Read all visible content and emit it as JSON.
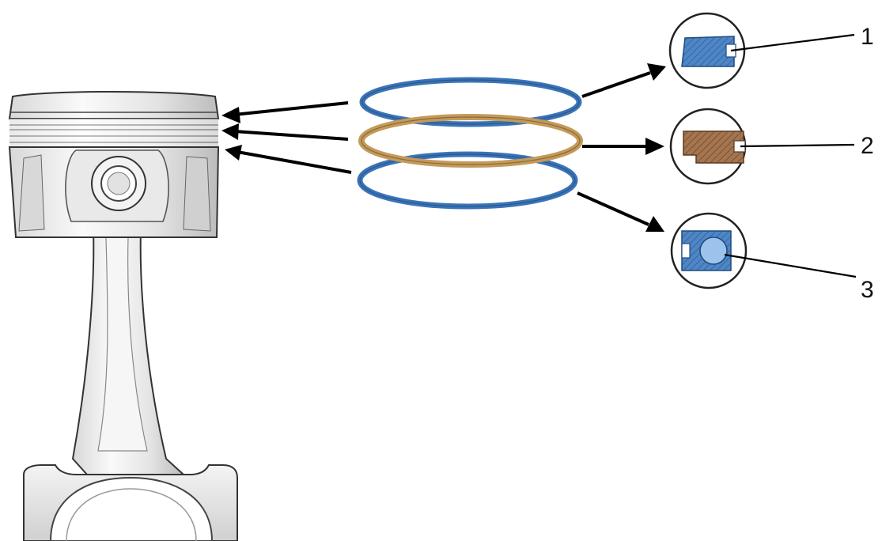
{
  "diagram": {
    "callouts": [
      {
        "number": "1",
        "part": "upper-compression-ring"
      },
      {
        "number": "2",
        "part": "lower-compression-ring"
      },
      {
        "number": "3",
        "part": "oil-control-ring"
      }
    ],
    "colors": {
      "ring_blue": "#3a74b8",
      "ring_gold": "#c49a5a",
      "section_blue": "#4f86c6",
      "section_brown": "#9a6b45",
      "metal_light": "#eeeeee",
      "metal_shade": "#bdbdbd",
      "outline": "#222222",
      "arrow": "#000000"
    },
    "icons": [
      "piston-assembly-icon",
      "ring-cross-section-icon"
    ]
  }
}
